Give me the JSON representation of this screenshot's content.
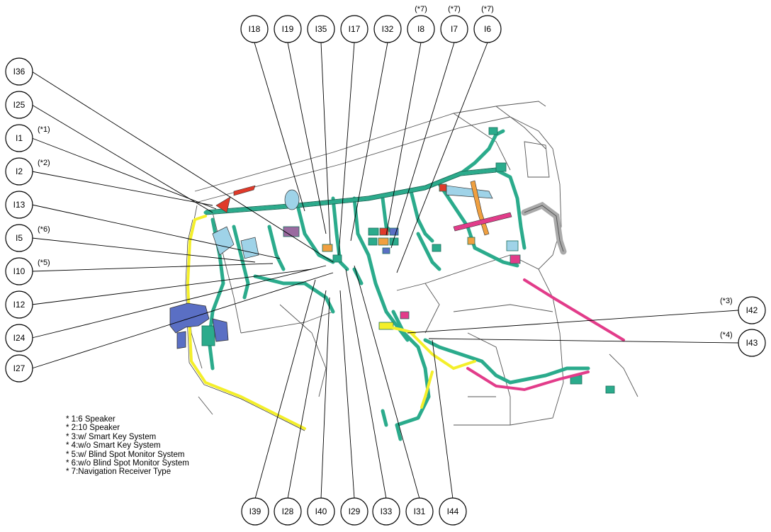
{
  "connectors": [
    {
      "id": "I18"
    },
    {
      "id": "I19"
    },
    {
      "id": "I35"
    },
    {
      "id": "I17"
    },
    {
      "id": "I32"
    },
    {
      "id": "I8",
      "note": "(*7)"
    },
    {
      "id": "I7",
      "note": "(*7)"
    },
    {
      "id": "I6",
      "note": "(*7)"
    },
    {
      "id": "I36"
    },
    {
      "id": "I25"
    },
    {
      "id": "I1",
      "note": "(*1)"
    },
    {
      "id": "I2",
      "note": "(*2)"
    },
    {
      "id": "I13"
    },
    {
      "id": "I5",
      "note": "(*6)"
    },
    {
      "id": "I10",
      "note": "(*5)"
    },
    {
      "id": "I12"
    },
    {
      "id": "I24"
    },
    {
      "id": "I27"
    },
    {
      "id": "I42",
      "note": "(*3)"
    },
    {
      "id": "I43",
      "note": "(*4)"
    },
    {
      "id": "I39"
    },
    {
      "id": "I28"
    },
    {
      "id": "I40"
    },
    {
      "id": "I29"
    },
    {
      "id": "I33"
    },
    {
      "id": "I31"
    },
    {
      "id": "I44"
    }
  ],
  "legend": [
    "* 1:6 Speaker",
    "* 2:10 Speaker",
    "* 3:w/ Smart Key System",
    "* 4:w/o Smart Key System",
    "* 5:w/ Blind Spot Monitor System",
    "* 6:w/o Blind Spot Monitor System",
    "* 7:Navigation Receiver Type"
  ],
  "colors": {
    "harness": "#2bab8c",
    "harness_dark": "#1a6e5a",
    "yellow": "#f4ef2a",
    "pink": "#e23c8a",
    "blue": "#5a6fc4",
    "light_blue": "#9fd3e8",
    "orange": "#f0a040",
    "red": "#e03a2a",
    "outline": "#333333"
  }
}
